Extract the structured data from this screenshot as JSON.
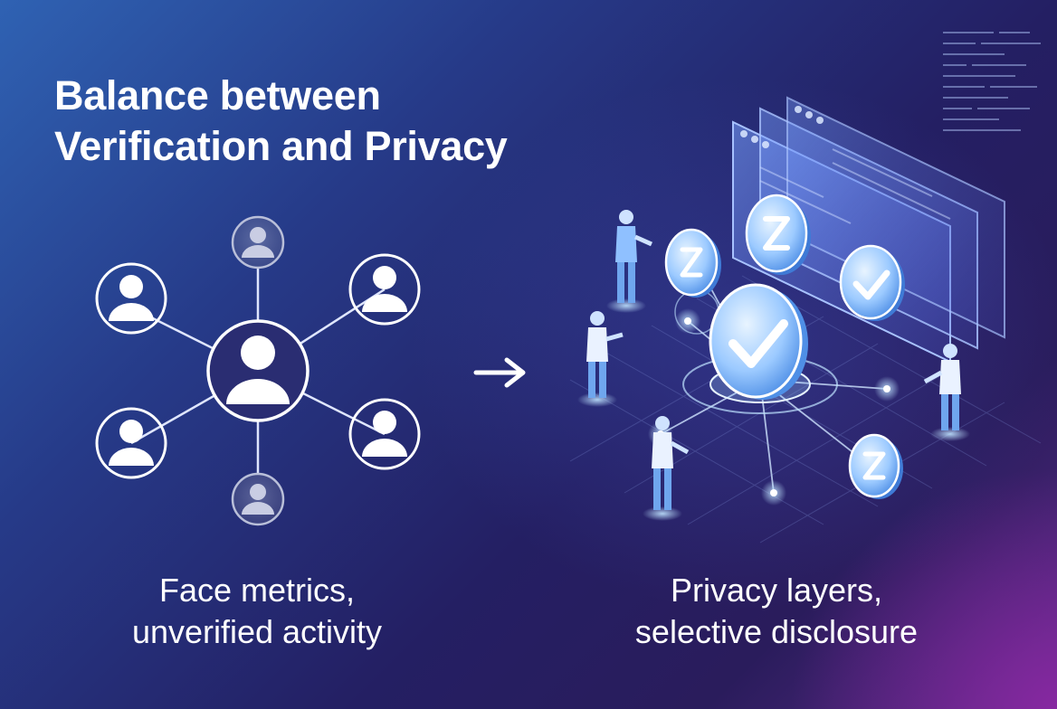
{
  "title": {
    "line1": "Balance between",
    "line2": "Verification and Privacy"
  },
  "captions": {
    "left": {
      "line1": "Face metrics,",
      "line2": "unverified activity"
    },
    "right": {
      "line1": "Privacy layers,",
      "line2": "selective disclosure"
    }
  },
  "icons": {
    "arrow": "arrow-right-icon",
    "network": "user-network-icon",
    "privacy": "privacy-layers-illustration"
  },
  "colors": {
    "accent": "#6fb6ff",
    "text": "#ffffff",
    "glow": "#bfe3ff"
  }
}
